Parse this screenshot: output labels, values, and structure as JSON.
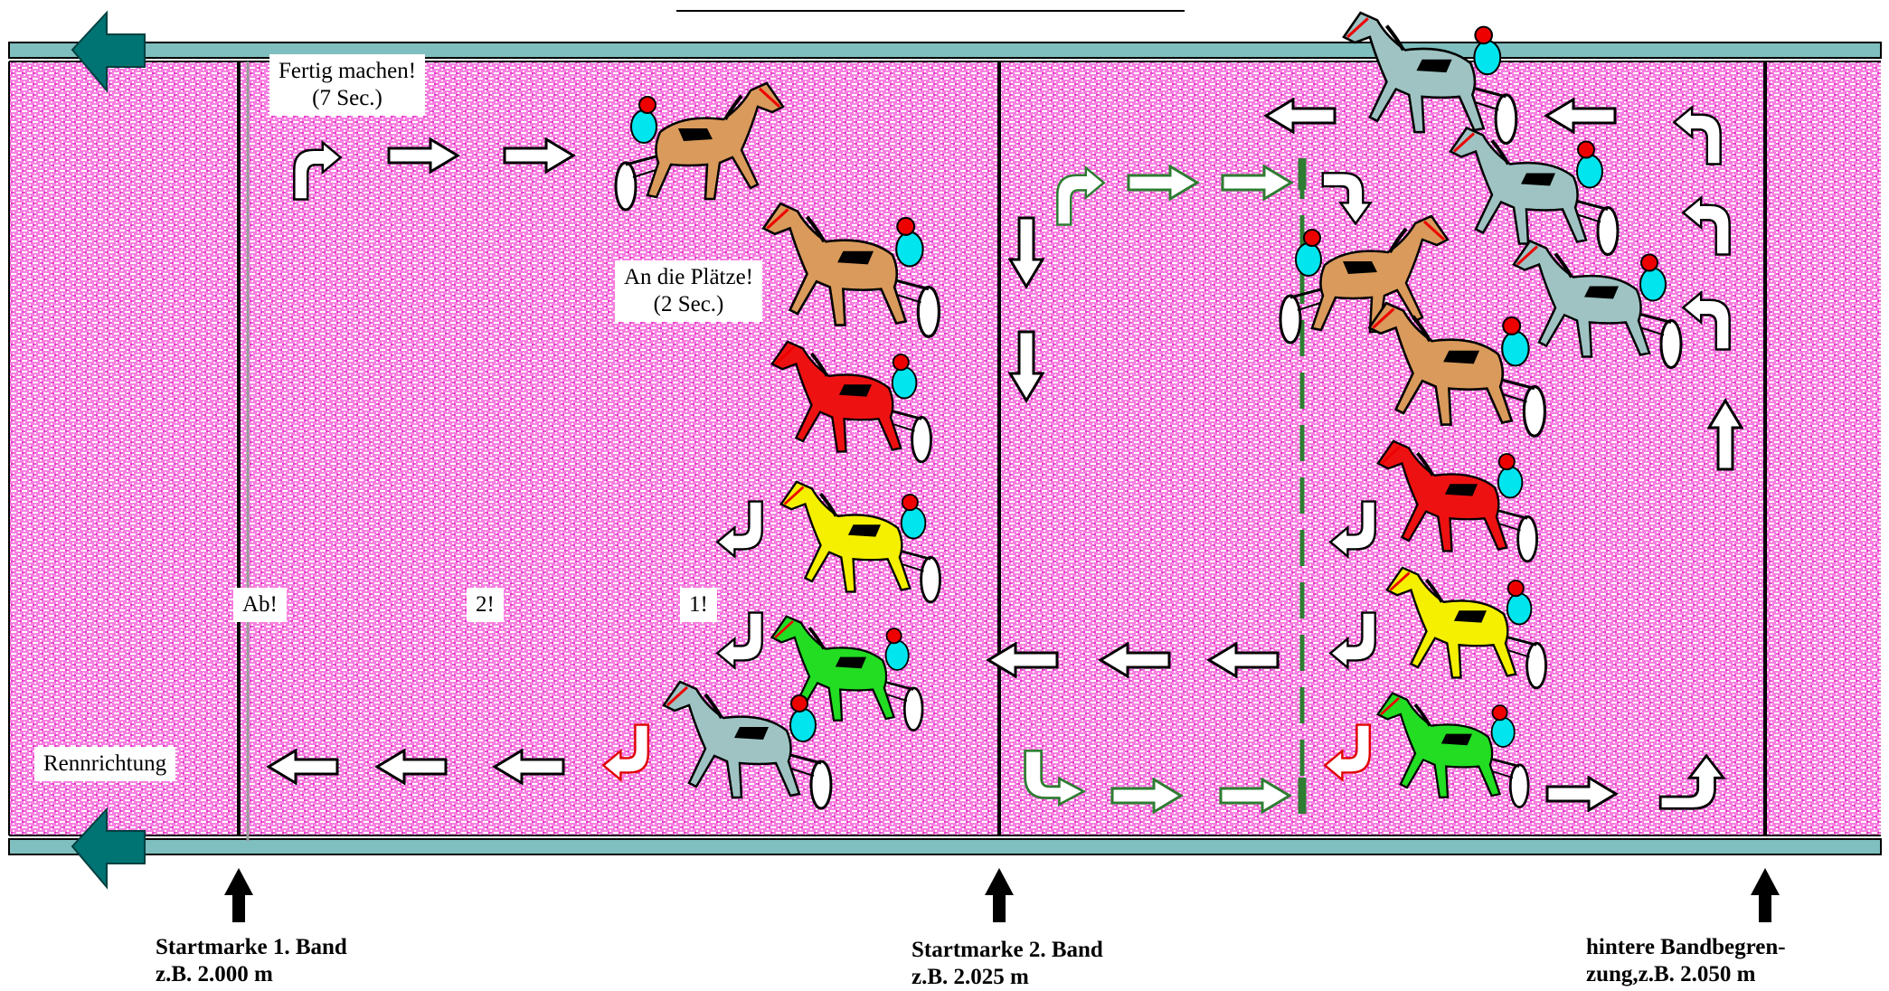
{
  "colors": {
    "track": "#ff33cc",
    "rail": "#7fbfbf",
    "direction_arrow": "#007373",
    "outline_arrow_black": "#000000",
    "outline_arrow_green": "#2e7d32",
    "outline_arrow_red": "#e00000",
    "horse_orange": "#d99a5b",
    "horse_red": "#ee1111",
    "horse_yellow": "#f5f000",
    "horse_green": "#22dd22",
    "horse_grey": "#9fc3c3"
  },
  "labels": {
    "fertig_line1": "Fertig machen!",
    "fertig_line2": "(7 Sec.)",
    "plaetze_line1": "An die Plätze!",
    "plaetze_line2": "(2 Sec.)",
    "ab": "Ab!",
    "count_two": "2!",
    "count_one": "1!",
    "rennrichtung": "Rennrichtung"
  },
  "markers": {
    "start1_line1": "Startmarke 1. Band",
    "start1_line2": "z.B. 2.000 m",
    "start2_line1": "Startmarke 2. Band",
    "start2_line2": "z.B. 2.025 m",
    "end_line1": "hintere Bandbegren-",
    "end_line2": "zung,z.B. 2.050 m"
  },
  "icons": {
    "direction": "left-arrow-icon",
    "marker": "up-arrow-icon",
    "turn": "curved-arrow-icon",
    "sulky": "harness-horse-icon"
  }
}
